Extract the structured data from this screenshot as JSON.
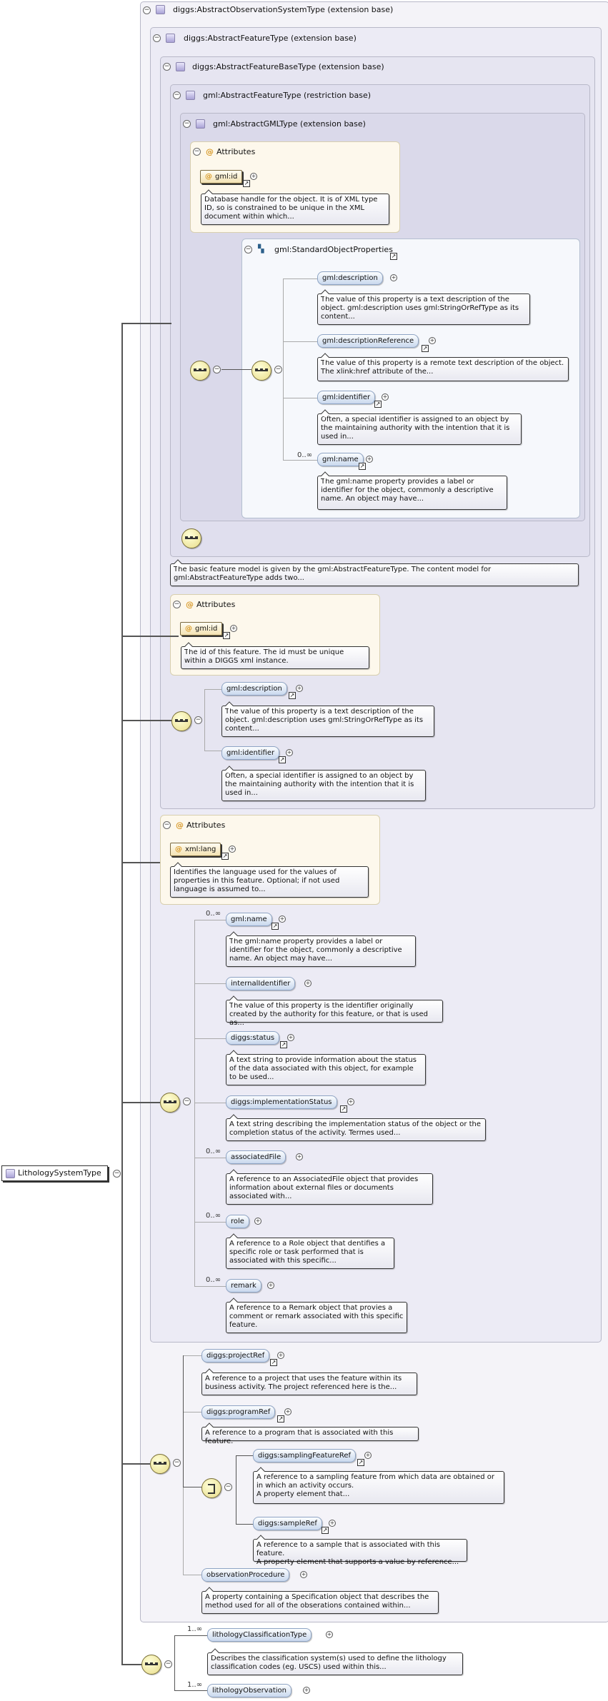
{
  "boxes": {
    "abstract_observation_system": "diggs:AbstractObservationSystemType (extension base)",
    "abstract_feature": "diggs:AbstractFeatureType (extension base)",
    "abstract_feature_base": "diggs:AbstractFeatureBaseType (extension base)",
    "gml_abstract_feature": "gml:AbstractFeatureType (restriction base)",
    "gml_abstract_gml": "gml:AbstractGMLType (extension base)"
  },
  "attributes_label": "Attributes",
  "gml_attrs": {
    "id_name": "gml:id",
    "id_doc": "Database handle for the object. It is of XML type ID, so is constrained to be unique in the XML document within which..."
  },
  "std_props": {
    "label": "gml:StandardObjectProperties",
    "items": [
      {
        "name": "gml:description",
        "doc": "The value of this property is a text description of the object. gml:description uses gml:StringOrRefType as its content..."
      },
      {
        "name": "gml:descriptionReference",
        "doc": "The value of this property is a remote text description of the object. The xlink:href attribute of the..."
      },
      {
        "name": "gml:identifier",
        "doc": "Often, a special identifier is assigned to an object by the maintaining authority with the intention that it is used in..."
      },
      {
        "name": "gml:name",
        "card": "0..∞",
        "doc": "The gml:name property provides a label or identifier for the object, commonly a descriptive name. An object may have..."
      }
    ]
  },
  "feature_model_doc": "The basic feature model is given by the gml:AbstractFeatureType. The content model for gml:AbstractFeatureType adds two...",
  "base_attrs": {
    "id_name": "gml:id",
    "id_doc": "The id of this feature. The id must be unique within a DIGGS xml instance."
  },
  "base_seq": [
    {
      "name": "gml:description",
      "doc": "The value of this property is a text description of the object. gml:description uses gml:StringOrRefType as its content..."
    },
    {
      "name": "gml:identifier",
      "doc": "Often, a special identifier is assigned to an object by the maintaining authority with the intention that it is used in..."
    }
  ],
  "feature_attrs": {
    "lang_name": "xml:lang",
    "lang_doc": "Identifies the language used for the values of properties in this feature. Optional; if not used language is assumed to..."
  },
  "feature_seq": [
    {
      "name": "gml:name",
      "card": "0..∞",
      "doc": "The gml:name property provides a label or identifier for the object, commonly a descriptive name. An object may have..."
    },
    {
      "name": "internalIdentifier",
      "card": "",
      "doc": "The value of this property is the identifier originally created by the authority for this feature, or that is used as..."
    },
    {
      "name": "diggs:status",
      "card": "",
      "doc": "A text string to provide information about the status of the data associated with this object, for example to be used..."
    },
    {
      "name": "diggs:implementationStatus",
      "card": "",
      "doc": "A text string describing the implementation status of the object or the completion status of the activity. Termes used..."
    },
    {
      "name": "associatedFile",
      "card": "0..∞",
      "doc": "A reference to an AssociatedFile object that provides information about external files or documents associated with..."
    },
    {
      "name": "role",
      "card": "0..∞",
      "doc": "A reference to a Role object that dentifies a specific role or task performed that is associated with this specific..."
    },
    {
      "name": "remark",
      "card": "0..∞",
      "doc": "A reference to a Remark object that provies a comment or remark associated with this specific feature."
    }
  ],
  "obs_seq": {
    "project_ref": {
      "name": "diggs:projectRef",
      "doc": "A reference to a project that uses the feature within its business activity. The project referenced here is the..."
    },
    "program_ref": {
      "name": "diggs:programRef",
      "doc": "A reference to a program that is associated with this feature."
    },
    "sampling_feature_ref": {
      "name": "diggs:samplingFeatureRef",
      "doc_lines": [
        "A reference to a sampling feature from which data are obtained or in which an activity occurs.",
        "A property element that..."
      ]
    },
    "sample_ref": {
      "name": "diggs:sampleRef",
      "doc_lines": [
        "A reference to a sample that is associated with this feature.",
        "A property element that supports a value by reference..."
      ]
    },
    "observation_procedure": {
      "name": "observationProcedure",
      "doc": "A property containing a Specification object that describes the method used for all of the obserations contained within..."
    }
  },
  "root": {
    "name": "LithologySystemType"
  },
  "own_seq": [
    {
      "name": "lithologyClassificationType",
      "card": "1..∞",
      "doc": "Describes the classification system(s) used to define the lithology classification codes (eg. USCS) used within this..."
    },
    {
      "name": "lithologyObservation",
      "card": "1..∞"
    }
  ]
}
